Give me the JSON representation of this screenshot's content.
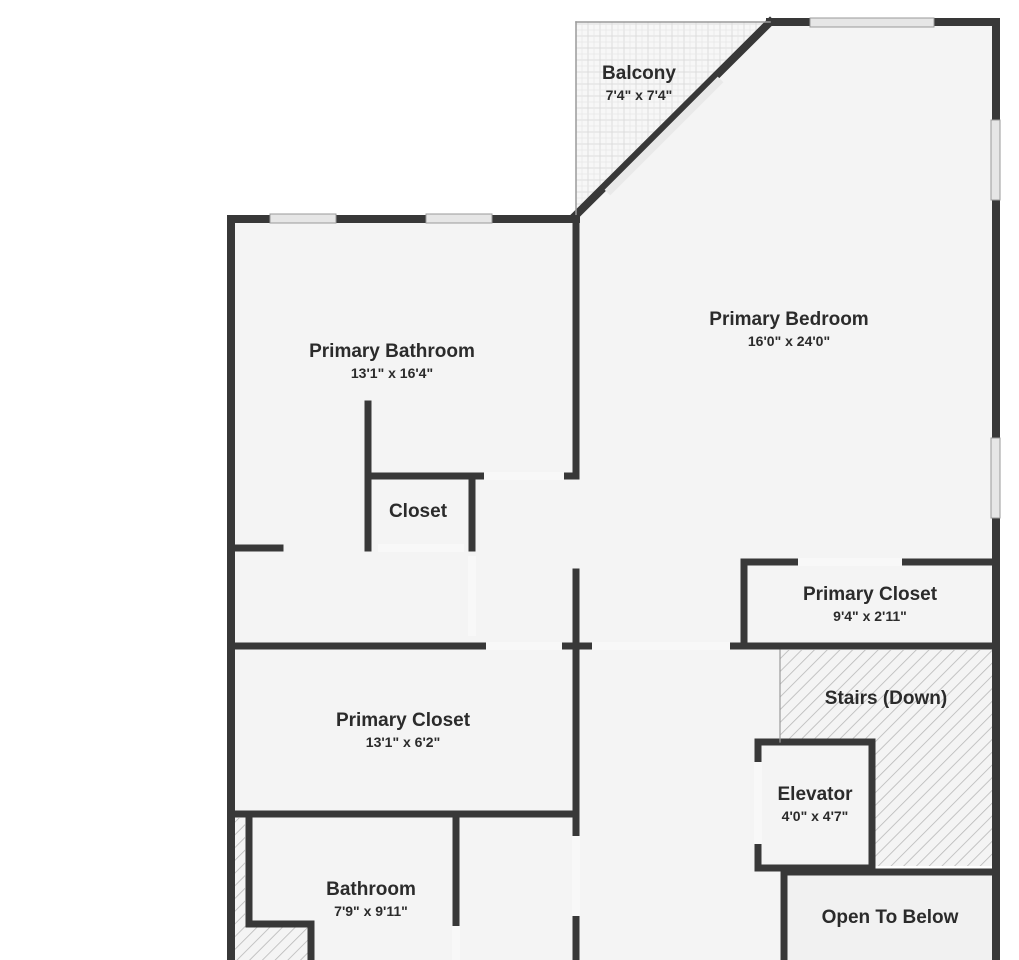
{
  "colors": {
    "wall": "#383838",
    "floor": "#f4f4f4",
    "window": "#e6e6e6",
    "hatch": "#b8b8b8",
    "text": "#2b2b2b"
  },
  "rooms": {
    "balcony": {
      "name": "Balcony",
      "dims": "7'4\" x 7'4\""
    },
    "primary_bedroom": {
      "name": "Primary Bedroom",
      "dims": "16'0\" x 24'0\""
    },
    "primary_bathroom": {
      "name": "Primary Bathroom",
      "dims": "13'1\" x 16'4\""
    },
    "closet": {
      "name": "Closet"
    },
    "primary_closet_right": {
      "name": "Primary Closet",
      "dims": "9'4\" x 2'11\""
    },
    "primary_closet_left": {
      "name": "Primary Closet",
      "dims": "13'1\" x 6'2\""
    },
    "stairs": {
      "name": "Stairs (Down)"
    },
    "elevator": {
      "name": "Elevator",
      "dims": "4'0\" x 4'7\""
    },
    "bathroom": {
      "name": "Bathroom",
      "dims": "7'9\" x 9'11\""
    },
    "open_to_below": {
      "name": "Open To Below"
    }
  }
}
